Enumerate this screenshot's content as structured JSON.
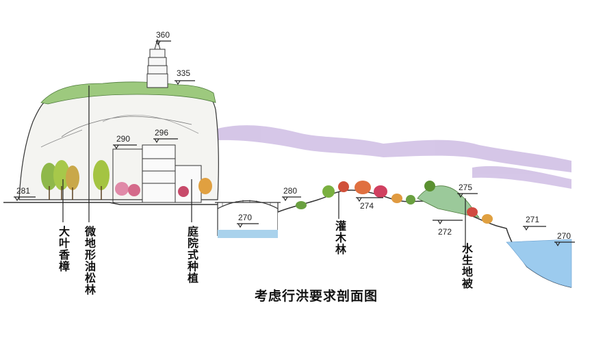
{
  "caption": "考虑行洪要求剖面图",
  "elevations": [
    "360",
    "335",
    "290",
    "296",
    "281",
    "280",
    "270",
    "274",
    "275",
    "272",
    "271",
    "270"
  ],
  "labels": {
    "camphor": "大叶香樟",
    "pine": "微地形油松林",
    "courtyard": "庭院式种植",
    "shrub": "灌木林",
    "aquatic": "水生地被"
  }
}
